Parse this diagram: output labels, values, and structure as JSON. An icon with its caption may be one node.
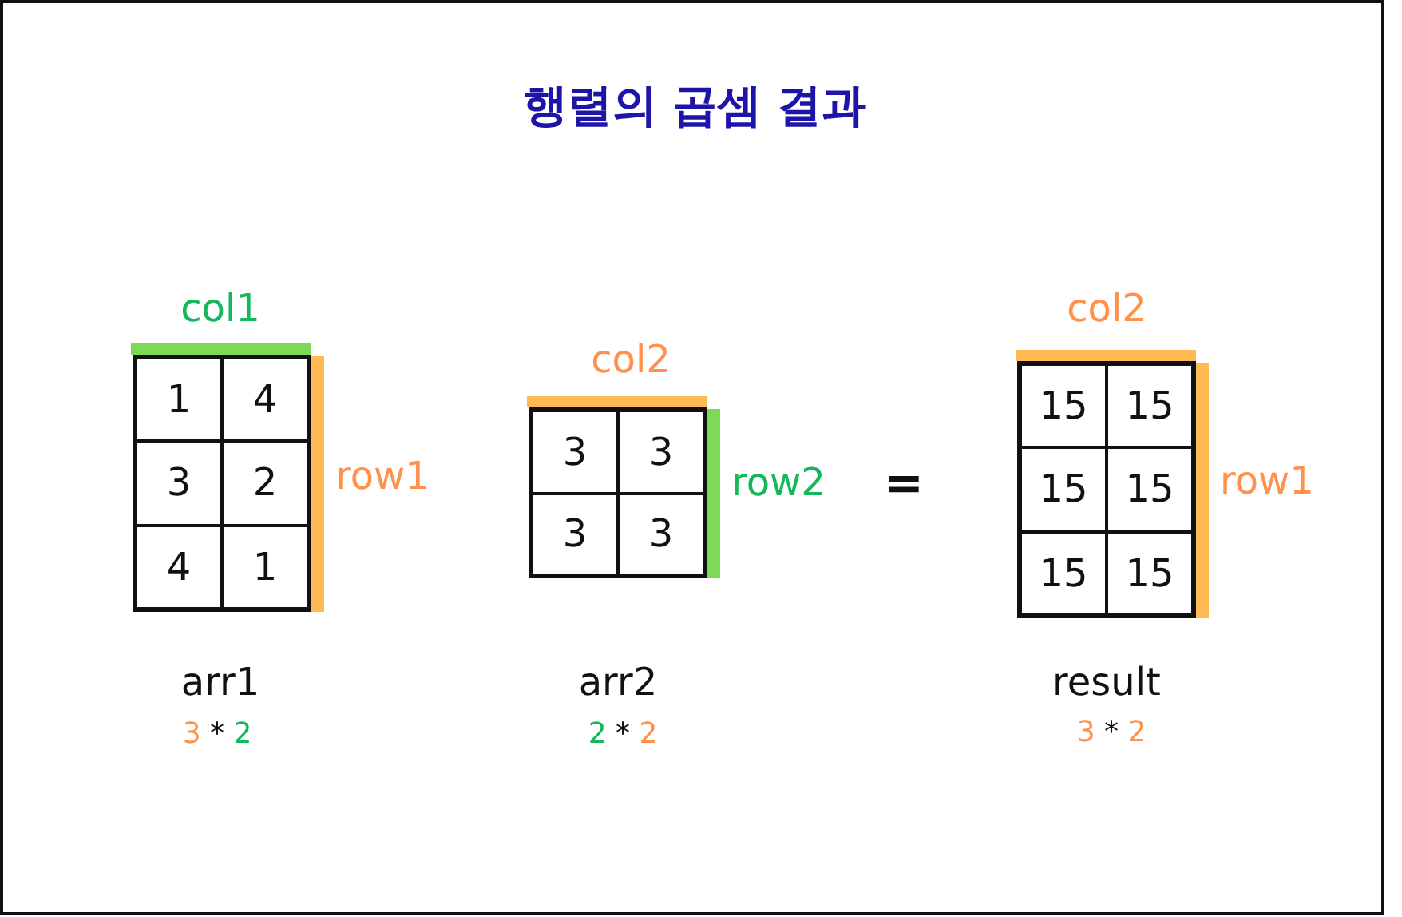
{
  "diagram": {
    "title": "행렬의 곱셈 결과",
    "nodes": [
      {
        "text": [
          "1",
          "4",
          "3",
          "2",
          "4",
          "1"
        ],
        "beside": [
          "col1",
          "row1",
          "arr1",
          "3 * 2"
        ]
      },
      {
        "text": [
          "3",
          "3",
          "3",
          "3"
        ],
        "beside": [
          "col2",
          "row2",
          "arr2",
          "2 * 2"
        ]
      },
      {
        "text": [
          "15",
          "15",
          "15",
          "15",
          "15",
          "15"
        ],
        "beside": [
          "col2",
          "row1",
          "result",
          "3 * 2"
        ]
      }
    ],
    "labels": [
      "="
    ]
  }
}
